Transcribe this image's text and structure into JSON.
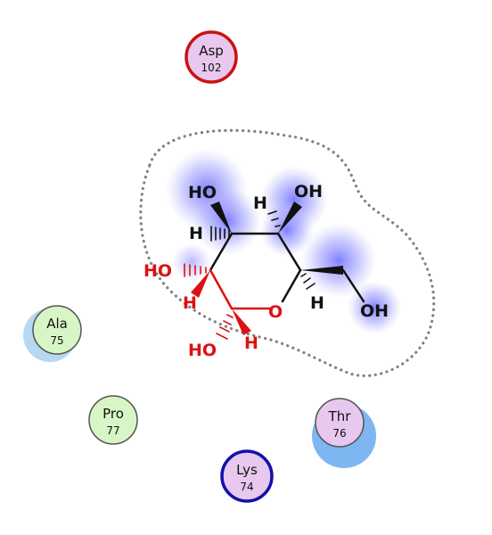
{
  "residues": [
    {
      "name": "Asp",
      "number": "102",
      "fill": "#e8c8ee",
      "stroke": "#cc1111",
      "halo": ""
    },
    {
      "name": "Ala",
      "number": "75",
      "fill": "#d8f5c6",
      "stroke": "#555555",
      "halo": "#b7d8f2"
    },
    {
      "name": "Pro",
      "number": "77",
      "fill": "#d8f5c6",
      "stroke": "#555555",
      "halo": ""
    },
    {
      "name": "Thr",
      "number": "76",
      "fill": "#e8c8ee",
      "stroke": "#555555",
      "halo": "#7db6f0"
    },
    {
      "name": "Lys",
      "number": "74",
      "fill": "#e8c8ee",
      "stroke": "#1111aa",
      "halo": ""
    }
  ],
  "atoms": {
    "oh_c4": "HO",
    "h_c4": "H",
    "h_c3": "H",
    "oh_c3": "OH",
    "oh_c5": "HO",
    "h_c5": "H",
    "ring_o": "O",
    "h_c2": "H",
    "oh_ch2": "OH",
    "oh_c1": "HO",
    "h_c1": "H"
  },
  "colors": {
    "carbon_bond": "#111111",
    "highlight_bond": "#dd1111",
    "exposure_blob": "#7777ff",
    "pocket_outline": "#808080"
  }
}
